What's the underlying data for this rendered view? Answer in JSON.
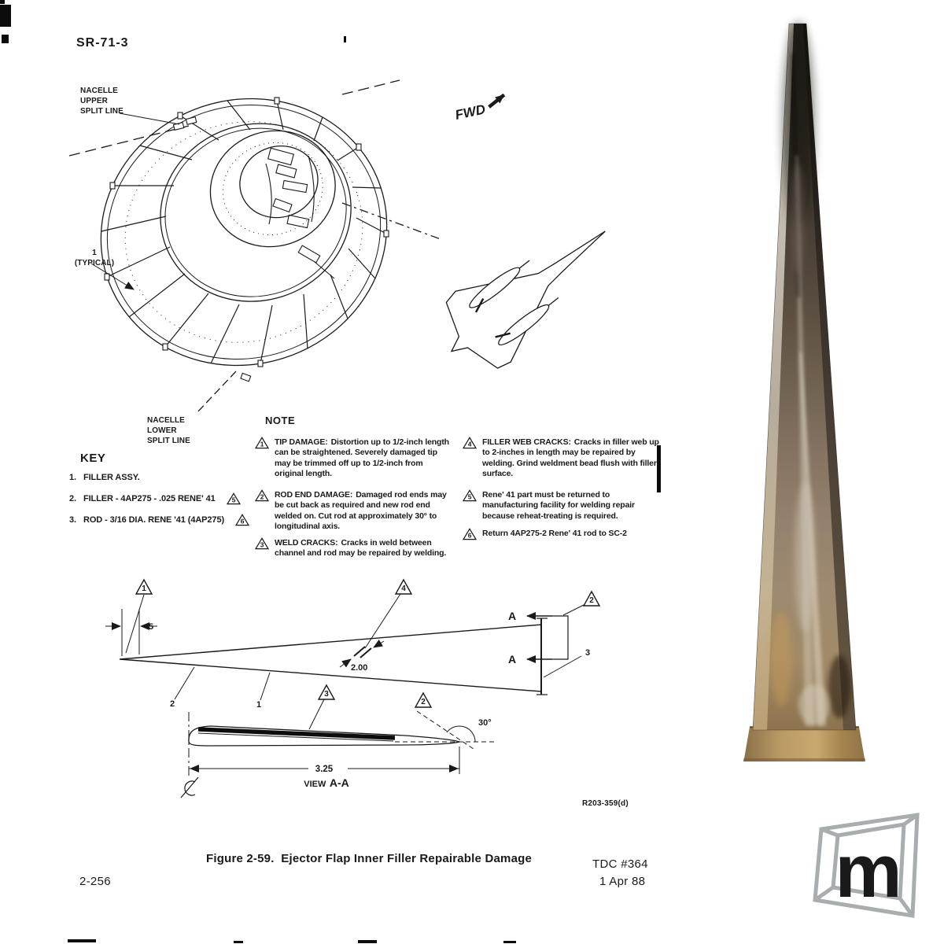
{
  "colors": {
    "ink": "#1a1a1a",
    "paper": "#ffffff",
    "logo_frame": "#a8adaf",
    "logo_letter": "#46494b"
  },
  "page": {
    "doc_number": "SR-71-3",
    "page_number": "2-256",
    "figure_caption": "Figure 2-59.  Ejector Flap Inner Filler Repairable Damage",
    "tdc_number": "TDC #364",
    "date": "1 Apr 88",
    "ref_number": "R203-359(d)"
  },
  "flags": {
    "f1": "1",
    "f2": "2",
    "f3": "3",
    "f4": "4",
    "f5": "5",
    "f6": "6"
  },
  "nacelle": {
    "upper_split_label": "NACELLE\nUPPER\nSPLIT LINE",
    "typical_label": "1\n(TYPICAL)",
    "lower_split_label": "NACELLE\nLOWER\nSPLIT LINE",
    "fwd_label": "FWD"
  },
  "key": {
    "title": "KEY",
    "items": [
      {
        "num": "1.",
        "text": "FILLER ASSY.",
        "flag": ""
      },
      {
        "num": "2.",
        "text": "FILLER - 4AP275 - .025 RENE' 41",
        "flag": "5"
      },
      {
        "num": "3.",
        "text": "ROD - 3/16 DIA. RENE '41 (4AP275)",
        "flag": "6"
      }
    ]
  },
  "note": {
    "title": "NOTE",
    "left": [
      {
        "flag": "1",
        "head": "TIP DAMAGE:",
        "body": "Distortion up to 1/2-inch length can be straightened.  Severely damaged tip may be trimmed off up to 1/2-inch from original length."
      },
      {
        "flag": "2",
        "head": "ROD END DAMAGE:",
        "body": "Damaged rod ends may be cut back as required and new rod end welded on.  Cut rod at approximately 30° to longitudinal axis."
      },
      {
        "flag": "3",
        "head": "WELD CRACKS:",
        "body": "Cracks in weld between channel and rod may be repaired by welding."
      }
    ],
    "right": [
      {
        "flag": "4",
        "head": "FILLER WEB CRACKS:",
        "body": "Cracks in filler web up to 2-inches in length may be repaired by welding.  Grind weldment bead flush with filler surface."
      },
      {
        "flag": "5",
        "head": "",
        "body": "Rene' 41 part must be returned to manufacturing facility for welding repair because reheat-treating is required."
      },
      {
        "flag": "6",
        "head": "",
        "body": "Return 4AP275-2 Rene' 41 rod to SC-2"
      }
    ]
  },
  "profile": {
    "dim_tip": ".5",
    "dim_crack": "2.00",
    "dim_length": "3.25",
    "angle": "30°",
    "section_letter": "A",
    "view_prefix": "VIEW",
    "view_name": "A-A",
    "part_1": "1",
    "part_2": "2",
    "part_3": "3"
  },
  "logo": {
    "letter": "m"
  }
}
